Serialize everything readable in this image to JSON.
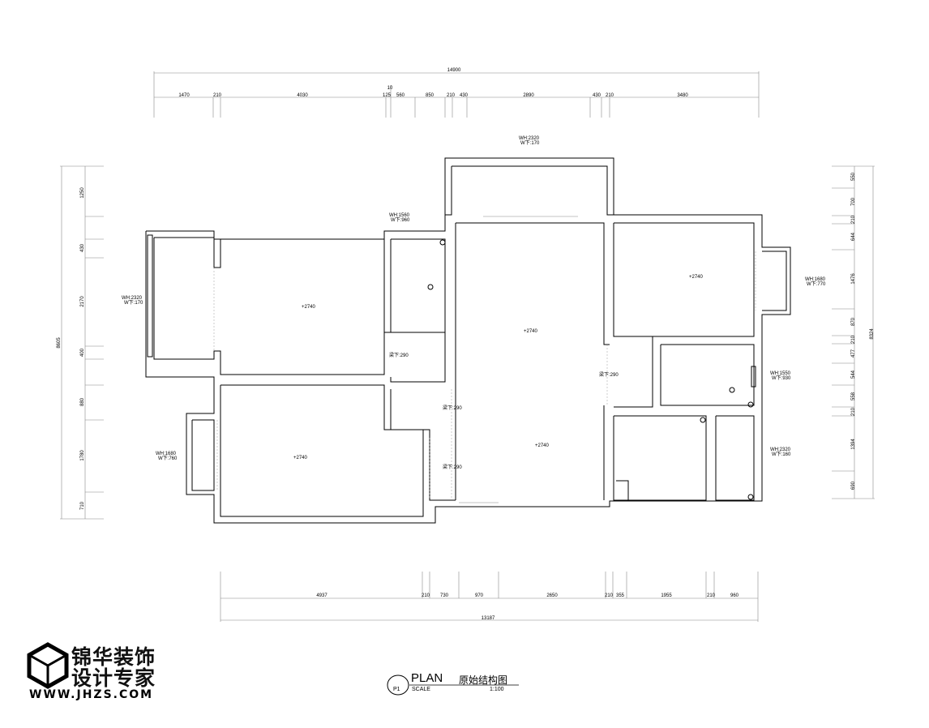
{
  "dimensions": {
    "top_total": "14900",
    "top": [
      "1470",
      "210",
      "4030",
      "125",
      "10",
      "560",
      "850",
      "210",
      "430",
      "2890",
      "430",
      "210",
      "3480"
    ],
    "bottom_total": "13187",
    "bottom": [
      "4937",
      "210",
      "730",
      "970",
      "2650",
      "210",
      "355",
      "1955",
      "210",
      "960"
    ],
    "left_total": "8605",
    "left": [
      "1250",
      "430",
      "2170",
      "400",
      "880",
      "1780",
      "710"
    ],
    "right_total": "8324",
    "right": [
      "550",
      "700",
      "210",
      "644",
      "1476",
      "870",
      "210",
      "477",
      "544",
      "558",
      "210",
      "1394",
      "690"
    ]
  },
  "windows": [
    {
      "wh": "WH:2320",
      "w": "W下:170"
    },
    {
      "wh": "WH:1560",
      "w": "W下:960"
    },
    {
      "wh": "WH:2320",
      "w": "W下:170"
    },
    {
      "wh": "WH:1680",
      "w": "W下:770"
    },
    {
      "wh": "WH:1550",
      "w": "W下:930"
    },
    {
      "wh": "WH:2320",
      "w": "W下:160"
    },
    {
      "wh": "WH:1680",
      "w": "W下:760"
    }
  ],
  "heights": [
    "+2740",
    "+2740",
    "+2740",
    "+2740",
    "+2740"
  ],
  "beams": [
    "梁下:290",
    "梁下:290",
    "梁下:290",
    "梁下:290"
  ],
  "logo": {
    "line1": "锦华装饰",
    "line2": "设计专家",
    "url": "WWW.JHZS.COM"
  },
  "title_block": {
    "number": "P1",
    "title": "PLAN",
    "subtitle": "原始结构图",
    "scale_label": "SCALE",
    "scale": "1:100"
  }
}
